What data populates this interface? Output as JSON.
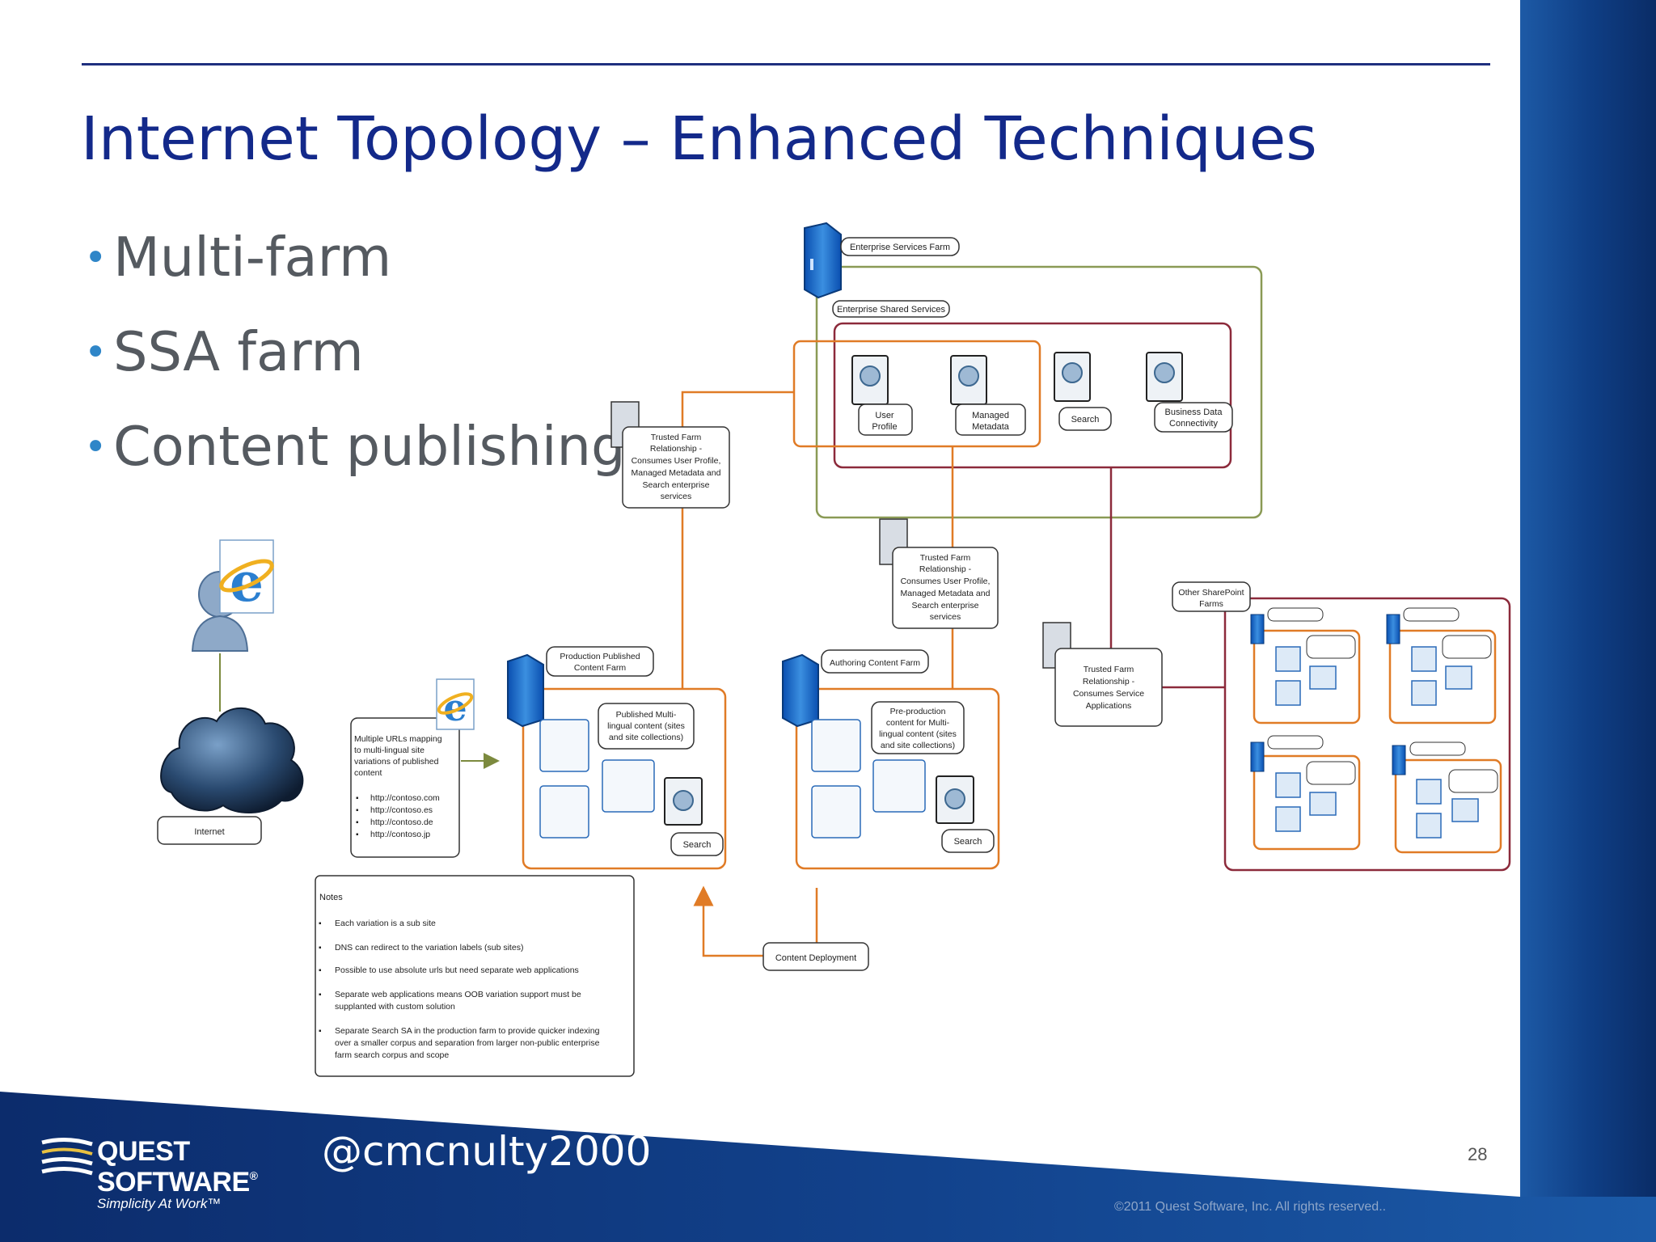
{
  "slide": {
    "title": "Internet Topology – Enhanced Techniques",
    "bullets": [
      "Multi-farm",
      "SSA farm",
      "Content publishing"
    ],
    "handle": "@cmcnulty2000",
    "page_number": "28",
    "copyright": "©2011 Quest Software, Inc. All rights reserved..",
    "logo": {
      "line1": "QUEST",
      "line2": "SOFTWARE",
      "registered": "®",
      "tagline": "Simplicity At Work™"
    }
  },
  "colors": {
    "title": "#13298a",
    "bullet_dot": "#2f86c8",
    "footer_blue": "#0d2f74",
    "orange": "#e07b26",
    "maroon": "#8c2a3b",
    "olive": "#8a9a55"
  },
  "diagram": {
    "labels": {
      "enterprise_services_farm": "Enterprise Services Farm",
      "enterprise_shared_services": "Enterprise Shared Services",
      "user_profile": [
        "User",
        "Profile"
      ],
      "managed_metadata": [
        "Managed",
        "Metadata"
      ],
      "search": "Search",
      "business_data": [
        "Business Data",
        "Connectivity"
      ],
      "trusted_left": [
        "Trusted Farm",
        "Relationship -",
        "Consumes User Profile,",
        "Managed Metadata and",
        "Search enterprise",
        "services"
      ],
      "trusted_mid": [
        "Trusted Farm",
        "Relationship -",
        "Consumes User Profile,",
        "Managed Metadata and",
        "Search enterprise",
        "services"
      ],
      "trusted_right": [
        "Trusted Farm",
        "Relationship -",
        "Consumes Service",
        "Applications"
      ],
      "other_farms": [
        "Other SharePoint",
        "Farms"
      ],
      "production_farm": [
        "Production Published",
        "Content Farm"
      ],
      "published_content": [
        "Published Multi-",
        "lingual content (sites",
        "and site collections)"
      ],
      "authoring_farm": "Authoring Content Farm",
      "preproduction_content": [
        "Pre-production",
        "content for Multi-",
        "lingual content (sites",
        "and site collections)"
      ],
      "internet": "Internet",
      "urls_box": [
        "Multiple URLs mapping",
        "to multi-lingual site",
        "variations of published",
        "content"
      ],
      "urls": [
        "http://contoso.com",
        "http://contoso.es",
        "http://contoso.de",
        "http://contoso.jp"
      ],
      "content_deployment": "Content Deployment",
      "notes_title": "Notes",
      "notes": [
        [
          "Each variation is a sub site"
        ],
        [
          "DNS can redirect to the variation labels (sub sites)"
        ],
        [
          "Possible to use absolute urls but need separate web applications"
        ],
        [
          "Separate web applications means OOB variation support must be",
          "supplanted with custom solution"
        ],
        [
          "Separate Search SA in the production farm to provide quicker indexing",
          "over a smaller corpus and separation from larger non-public enterprise",
          "farm search corpus and scope"
        ]
      ]
    }
  }
}
